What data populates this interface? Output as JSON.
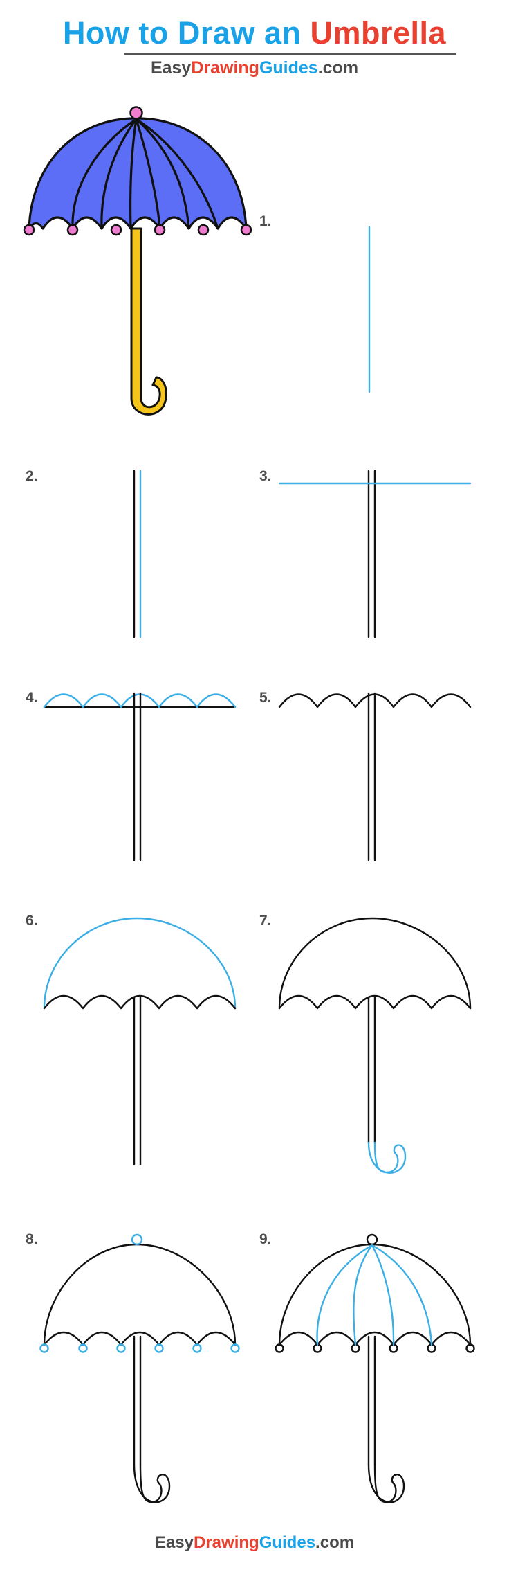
{
  "header": {
    "title_part1": "How to Draw an",
    "title_part2": "Umbrella",
    "brand_easy": "Easy",
    "brand_drawing": "Drawing",
    "brand_guides": "Guides",
    "brand_com": ".com"
  },
  "footer": {
    "brand_easy": "Easy",
    "brand_drawing": "Drawing",
    "brand_guides": "Guides",
    "brand_com": ".com"
  },
  "colors": {
    "title_blue": "#19a2e8",
    "title_red": "#e8412f",
    "canopy_blue": "#5b6ef5",
    "handle_yellow": "#f6c51b",
    "tip_pink": "#f07dd0",
    "guide_line_blue": "#3aaee5",
    "ink": "#111111"
  },
  "steps": [
    {
      "label": "1."
    },
    {
      "label": "2."
    },
    {
      "label": "3."
    },
    {
      "label": "4."
    },
    {
      "label": "5."
    },
    {
      "label": "6."
    },
    {
      "label": "7."
    },
    {
      "label": "8."
    },
    {
      "label": "9."
    }
  ]
}
